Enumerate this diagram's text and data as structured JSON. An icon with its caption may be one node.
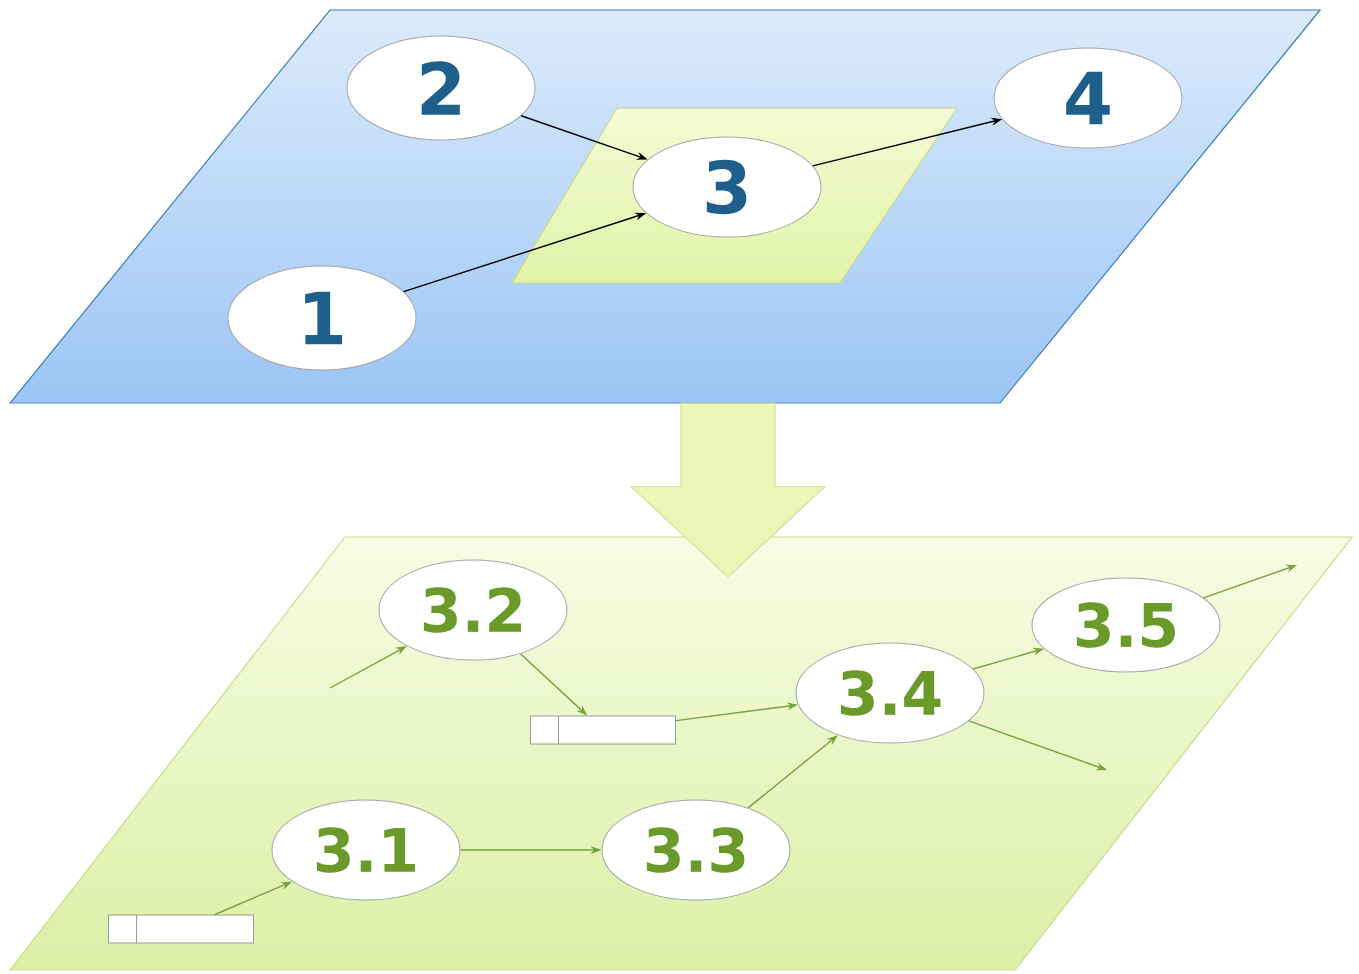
{
  "diagram": {
    "nodes": [
      {
        "text": [],
        "shape": "parallelogram"
      },
      {
        "text": [
          "2"
        ],
        "in": 0
      },
      {
        "text": [],
        "shape": "parallelogram",
        "in": 0
      },
      {
        "text": [
          "3"
        ],
        "in": 2
      },
      {
        "text": [
          "4"
        ],
        "in": 0
      },
      {
        "text": [
          "1"
        ],
        "in": 0
      },
      {
        "text": [],
        "shape": "parallelogram"
      },
      {
        "text": [
          "3.2"
        ],
        "in": 6
      },
      {
        "text": [
          "3.5"
        ],
        "in": 6
      },
      {
        "text": [
          "3.4"
        ],
        "in": 6
      },
      {
        "text": [],
        "shape": "box",
        "in": 6
      },
      {
        "text": [
          "3.1"
        ],
        "in": 6
      },
      {
        "text": [
          "3.3"
        ],
        "in": 6
      },
      {
        "text": [],
        "shape": "box",
        "in": 6
      }
    ],
    "edges": [
      {
        "from": 1,
        "to": 3,
        "arrow": "to",
        "color": "#000000"
      },
      {
        "from": 5,
        "to": 3,
        "arrow": "to",
        "color": "#000000"
      },
      {
        "from": 3,
        "to": 4,
        "arrow": "to",
        "color": "#000000"
      },
      {
        "from": 0,
        "to": 6,
        "arrow": "to",
        "style": "thick",
        "color": "#eaf6b6"
      },
      {
        "from": null,
        "to": 7,
        "arrow": "to"
      },
      {
        "from": 7,
        "to": 10,
        "arrow": "to"
      },
      {
        "from": 10,
        "to": 9,
        "arrow": "to"
      },
      {
        "from": 9,
        "to": 8,
        "arrow": "to"
      },
      {
        "from": 8,
        "to": null,
        "arrow": "to"
      },
      {
        "from": 9,
        "to": null,
        "arrow": "to"
      },
      {
        "from": 13,
        "to": 11,
        "arrow": "to"
      },
      {
        "from": 11,
        "to": 12,
        "arrow": "to"
      },
      {
        "from": 12,
        "to": 9,
        "arrow": "to"
      }
    ]
  }
}
